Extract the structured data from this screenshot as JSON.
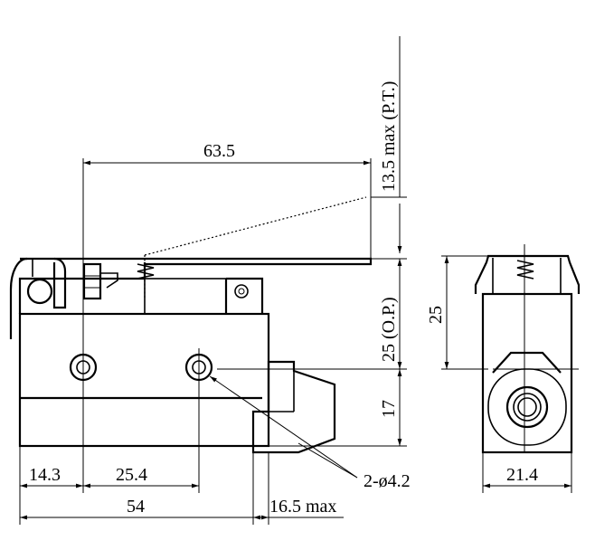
{
  "diagram": {
    "dimensions": {
      "lever_length": "63.5",
      "pretravel": "13.5 max (P.T.)",
      "operating_position": "25 (O.P.)",
      "height_lower": "17",
      "offset_left": "14.3",
      "hole_spacing": "25.4",
      "overall_length": "54",
      "boss_length": "16.5 max",
      "hole_callout": "2-ø4.2",
      "side_height": "25",
      "side_width": "21.4"
    }
  }
}
